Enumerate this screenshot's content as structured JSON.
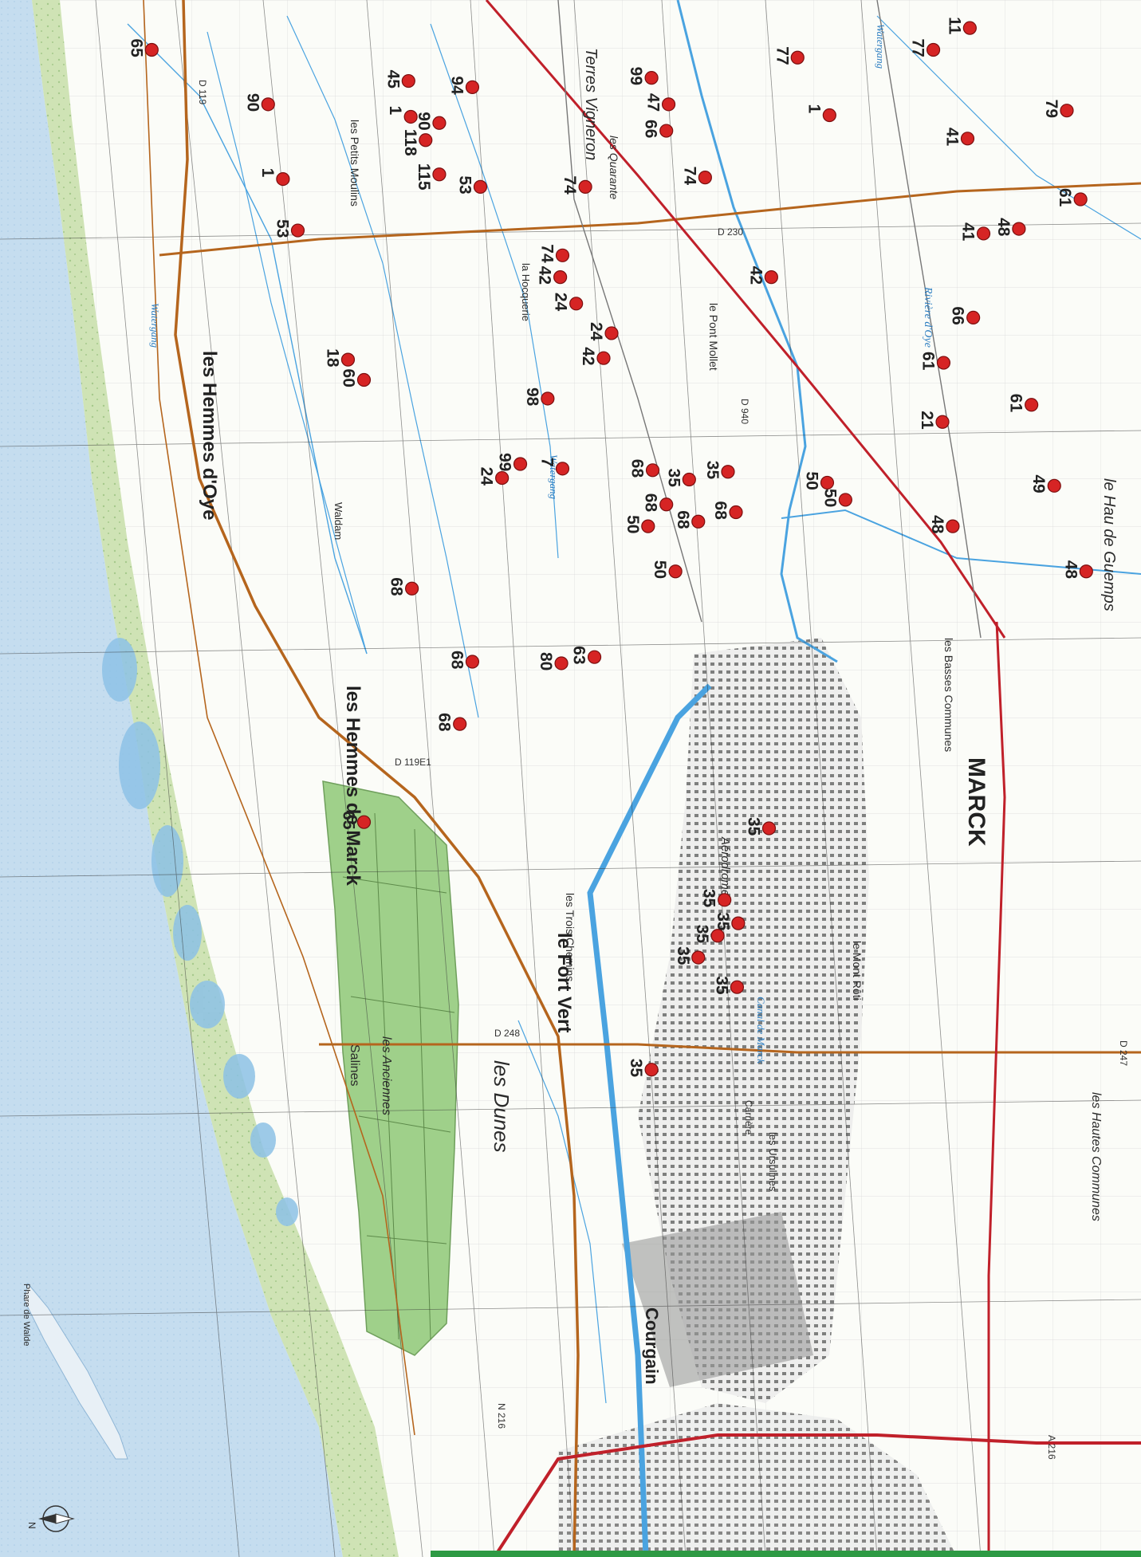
{
  "map": {
    "orientation": "rotated 90° clockwise (north arrow points left)",
    "north_label": "N",
    "sea_label": "Phare de Walde",
    "places": {
      "hemmes_oye": "les Hemmes d'Oye",
      "hemmes_marck": "les Hemmes de Marck",
      "fort_vert": "le Fort Vert",
      "marck": "MARCK",
      "dunes": "les Dunes",
      "courgain": "Courgain",
      "haut_guemps": "le Hau de Guemps",
      "terres_vigneron": "Terres Vigneron",
      "petits_moulins": "les Petits Moulins",
      "hocquerie": "la Hocquerie",
      "pont_mollet": "le Pont Mollet",
      "aerodrome": "Aérodrome",
      "trois_chemins": "les Trois Chemins",
      "salines": "Salines",
      "anciennes": "les Anciennes",
      "mont_roti": "le Mont Rôti",
      "basses_communes": "les Basses Communes",
      "hautes_communes": "les Hautes Communes",
      "ursulines": "les Ursulines",
      "waldam": "Waldam",
      "quarante": "les Quarante",
      "carriere": "Carrière"
    },
    "roads": {
      "d230": "D 230",
      "d119": "D 119",
      "d119e1": "D 119E1",
      "d248": "D 248",
      "d247": "D 247",
      "n216": "N 216",
      "a216": "A 216",
      "d940": "D 940"
    },
    "waterways": {
      "watergang": "Watergang",
      "riviere_oye": "Rivière d'Oye",
      "canal": "Canal de Marck"
    },
    "markers": [
      {
        "label": "65",
        "x": 0.133,
        "y": 0.032
      },
      {
        "label": "90",
        "x": 0.235,
        "y": 0.067
      },
      {
        "label": "45",
        "x": 0.358,
        "y": 0.052
      },
      {
        "label": "1",
        "x": 0.36,
        "y": 0.075
      },
      {
        "label": "90",
        "x": 0.385,
        "y": 0.079
      },
      {
        "label": "94",
        "x": 0.414,
        "y": 0.056
      },
      {
        "label": "118",
        "x": 0.373,
        "y": 0.09
      },
      {
        "label": "115",
        "x": 0.385,
        "y": 0.112
      },
      {
        "label": "1",
        "x": 0.248,
        "y": 0.115
      },
      {
        "label": "53",
        "x": 0.421,
        "y": 0.12
      },
      {
        "label": "99",
        "x": 0.571,
        "y": 0.05
      },
      {
        "label": "47",
        "x": 0.586,
        "y": 0.067
      },
      {
        "label": "66",
        "x": 0.584,
        "y": 0.084
      },
      {
        "label": "74",
        "x": 0.513,
        "y": 0.12
      },
      {
        "label": "74",
        "x": 0.618,
        "y": 0.114
      },
      {
        "label": "77",
        "x": 0.699,
        "y": 0.037
      },
      {
        "label": "77",
        "x": 0.818,
        "y": 0.032
      },
      {
        "label": "11",
        "x": 0.85,
        "y": 0.018
      },
      {
        "label": "1",
        "x": 0.727,
        "y": 0.074
      },
      {
        "label": "79",
        "x": 0.935,
        "y": 0.071
      },
      {
        "label": "41",
        "x": 0.848,
        "y": 0.089
      },
      {
        "label": "53",
        "x": 0.261,
        "y": 0.148
      },
      {
        "label": "74",
        "x": 0.493,
        "y": 0.164
      },
      {
        "label": "42",
        "x": 0.676,
        "y": 0.178
      },
      {
        "label": "41",
        "x": 0.862,
        "y": 0.15
      },
      {
        "label": "48",
        "x": 0.893,
        "y": 0.147
      },
      {
        "label": "61",
        "x": 0.947,
        "y": 0.128
      },
      {
        "label": "42",
        "x": 0.491,
        "y": 0.178
      },
      {
        "label": "24",
        "x": 0.505,
        "y": 0.195
      },
      {
        "label": "24",
        "x": 0.536,
        "y": 0.214
      },
      {
        "label": "42",
        "x": 0.529,
        "y": 0.23
      },
      {
        "label": "66",
        "x": 0.853,
        "y": 0.204
      },
      {
        "label": "18",
        "x": 0.305,
        "y": 0.231
      },
      {
        "label": "60",
        "x": 0.319,
        "y": 0.244
      },
      {
        "label": "61",
        "x": 0.827,
        "y": 0.233
      },
      {
        "label": "98",
        "x": 0.48,
        "y": 0.256
      },
      {
        "label": "61",
        "x": 0.904,
        "y": 0.26
      },
      {
        "label": "21",
        "x": 0.826,
        "y": 0.271
      },
      {
        "label": "24",
        "x": 0.44,
        "y": 0.307
      },
      {
        "label": "99",
        "x": 0.456,
        "y": 0.298
      },
      {
        "label": "7",
        "x": 0.493,
        "y": 0.301
      },
      {
        "label": "68",
        "x": 0.572,
        "y": 0.302
      },
      {
        "label": "35",
        "x": 0.604,
        "y": 0.308
      },
      {
        "label": "35",
        "x": 0.638,
        "y": 0.303
      },
      {
        "label": "50",
        "x": 0.725,
        "y": 0.31
      },
      {
        "label": "50",
        "x": 0.741,
        "y": 0.321
      },
      {
        "label": "49",
        "x": 0.924,
        "y": 0.312
      },
      {
        "label": "68",
        "x": 0.584,
        "y": 0.324
      },
      {
        "label": "68",
        "x": 0.612,
        "y": 0.335
      },
      {
        "label": "68",
        "x": 0.645,
        "y": 0.329
      },
      {
        "label": "50",
        "x": 0.568,
        "y": 0.338
      },
      {
        "label": "48",
        "x": 0.835,
        "y": 0.338
      },
      {
        "label": "50",
        "x": 0.592,
        "y": 0.367
      },
      {
        "label": "48",
        "x": 0.952,
        "y": 0.367
      },
      {
        "label": "68",
        "x": 0.361,
        "y": 0.378
      },
      {
        "label": "68",
        "x": 0.414,
        "y": 0.425
      },
      {
        "label": "80",
        "x": 0.492,
        "y": 0.426
      },
      {
        "label": "63",
        "x": 0.521,
        "y": 0.422
      },
      {
        "label": "68",
        "x": 0.403,
        "y": 0.465
      },
      {
        "label": "65",
        "x": 0.319,
        "y": 0.528
      },
      {
        "label": "35",
        "x": 0.674,
        "y": 0.532
      },
      {
        "label": "35",
        "x": 0.635,
        "y": 0.578
      },
      {
        "label": "35",
        "x": 0.647,
        "y": 0.593
      },
      {
        "label": "35",
        "x": 0.629,
        "y": 0.601
      },
      {
        "label": "35",
        "x": 0.612,
        "y": 0.615
      },
      {
        "label": "35",
        "x": 0.646,
        "y": 0.634
      },
      {
        "label": "35",
        "x": 0.571,
        "y": 0.687
      }
    ]
  }
}
